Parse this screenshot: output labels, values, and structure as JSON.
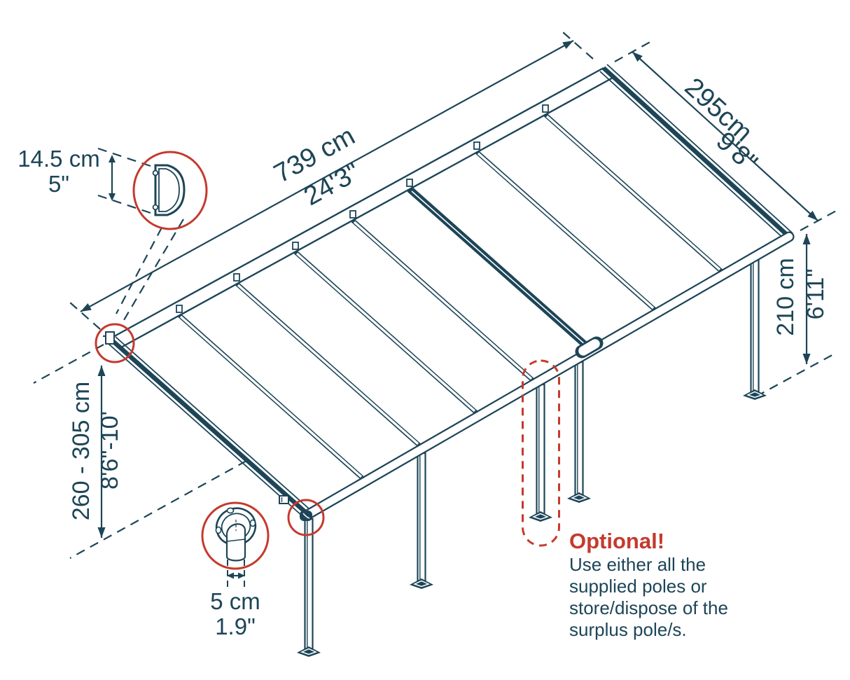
{
  "diagram": {
    "title": "patio-cover-assembly-dimension-diagram",
    "colors": {
      "line": "#1d4557",
      "accent_red": "#c43a2e",
      "background": "#ffffff"
    },
    "dimensions": {
      "length": {
        "metric": "739 cm",
        "imperial": "24'3\""
      },
      "depth": {
        "metric": "295cm",
        "imperial": "9'8\""
      },
      "clearance_height": {
        "metric": "210 cm",
        "imperial": "6'11\""
      },
      "mounting_height_range": {
        "metric": "260 - 305 cm",
        "imperial": "8'6\"-10'"
      },
      "wall_profile_height": {
        "metric": "14.5 cm",
        "imperial": "5\""
      },
      "pole_width": {
        "metric": "5 cm",
        "imperial": "1.9\""
      }
    },
    "note": {
      "title": "Optional!",
      "line1": "Use either all the",
      "line2": "supplied poles or",
      "line3": "store/dispose of the",
      "line4": "surplus pole/s."
    }
  }
}
